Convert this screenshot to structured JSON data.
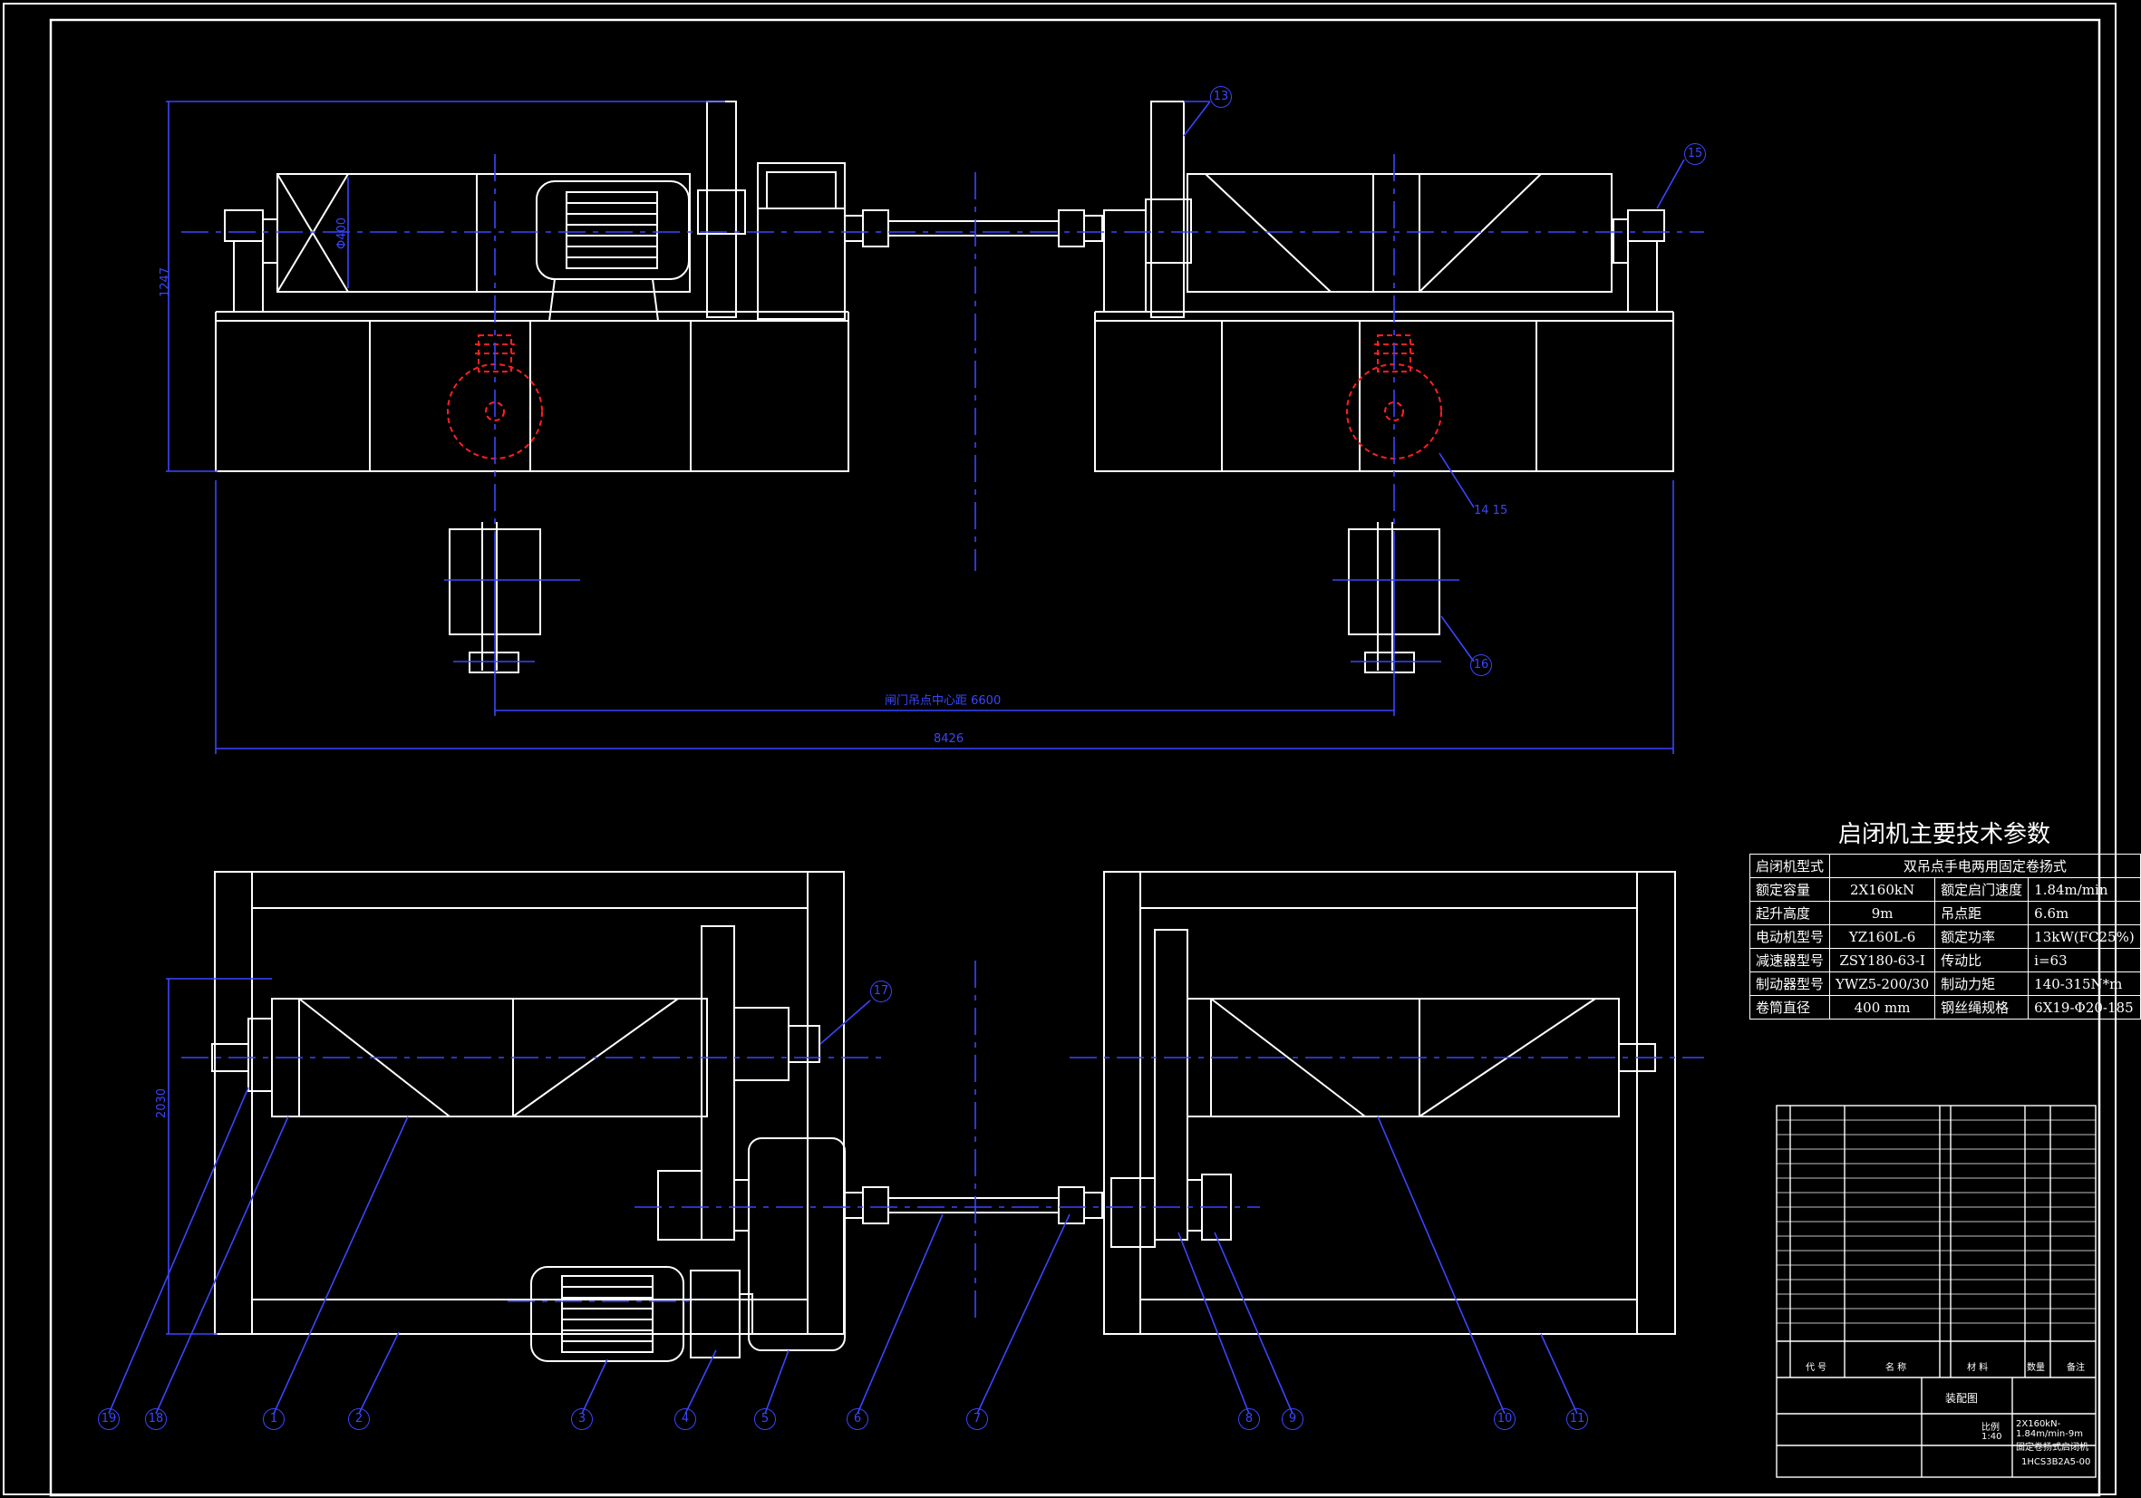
{
  "spec_table": {
    "title": "启闭机主要技术参数",
    "rows": [
      {
        "label": "启闭机型式",
        "value": "双吊点手电两用固定卷扬式"
      },
      {
        "label": "额定容量",
        "value": "2X160kN",
        "label2": "额定启门速度",
        "value2": "1.84m/min"
      },
      {
        "label": "起升高度",
        "value": "9m",
        "label2": "吊点距",
        "value2": "6.6m"
      },
      {
        "label": "电动机型号",
        "value": "YZ160L-6",
        "label2": "额定功率",
        "value2": "13kW(FC25%)"
      },
      {
        "label": "减速器型号",
        "value": "ZSY180-63-I",
        "label2": "传动比",
        "value2": "i=63"
      },
      {
        "label": "制动器型号",
        "value": "YWZ5-200/30",
        "label2": "制动力矩",
        "value2": "140-315N*m"
      },
      {
        "label": "卷筒直径",
        "value": "400 mm",
        "label2": "钢丝绳规格",
        "value2": "6X19-Φ20-185"
      }
    ]
  },
  "dimensions": {
    "height_top": "1247",
    "drum_dia": "Φ400",
    "gate_center": "闸门吊点中心距  6600",
    "total_length": "8426",
    "plan_width": "2030"
  },
  "callouts": {
    "top": [
      "13",
      "15",
      "16"
    ],
    "top_pair": "14 15",
    "bottom": [
      "17",
      "19",
      "18",
      "1",
      "2",
      "3",
      "4",
      "5",
      "6",
      "7",
      "8",
      "9",
      "10",
      "11"
    ]
  },
  "title_block": {
    "drawing_name": "装配图",
    "title": "2X160kN-1.84m/min-9m 固定卷扬式启闭机",
    "drawing_no": "1HCS3B2A5-00",
    "scale": "1:40",
    "labels": [
      "代 号",
      "名 称",
      "材 料",
      "数量",
      "备注",
      "比例"
    ]
  },
  "colors": {
    "line": "#ffffff",
    "dim": "#3a46ff",
    "hidden": "#ff2020"
  }
}
